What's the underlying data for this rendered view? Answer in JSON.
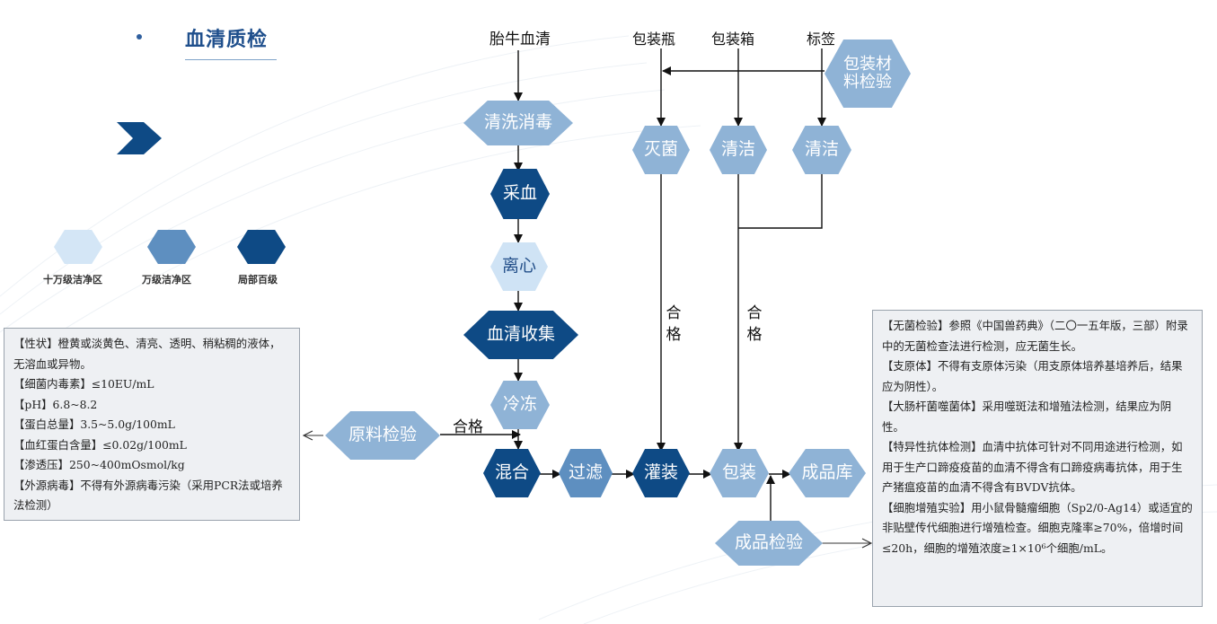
{
  "title": "血清质检",
  "legend": [
    {
      "label": "十万级洁净区",
      "color": "#d4e6f6"
    },
    {
      "label": "万级洁净区",
      "color": "#5e8fc0"
    },
    {
      "label": "局部百级",
      "color": "#0e4a85"
    }
  ],
  "inputs": {
    "serum": "胎牛血清",
    "bottle": "包装瓶",
    "box": "包装箱",
    "label": "标签"
  },
  "nodes": {
    "wash": "清洗消毒",
    "collect_blood": "采血",
    "centrifuge": "离心",
    "serum_collect": "血清收集",
    "freeze": "冷冻",
    "mix": "混合",
    "filter": "过滤",
    "fill": "灌装",
    "pack": "包装",
    "warehouse": "成品库",
    "raw_check": "原料检验",
    "product_check": "成品检验",
    "sterilize": "灭菌",
    "clean1": "清洁",
    "clean2": "清洁",
    "pack_material_check": "包装材料检验"
  },
  "edge_labels": {
    "pass_h": "合格",
    "pass_v1": "合格",
    "pass_v2": "合格"
  },
  "raw_spec": [
    "【性状】橙黄或淡黄色、清亮、透明、稍粘稠的液体，无溶血或异物。",
    "【细菌内毒素】≤10EU/mL",
    "【pH】6.8~8.2",
    "【蛋白总量】3.5~5.0g/100mL",
    "【血红蛋白含量】≤0.02g/100mL",
    "【渗透压】250~400mOsmol/kg",
    "【外源病毒】不得有外源病毒污染（采用PCR法或培养法检测）"
  ],
  "product_spec": [
    "【无菌检验】参照《中国兽药典》（二〇一五年版，三部）附录中的无菌检查法进行检测，应无菌生长。",
    "【支原体】不得有支原体污染（用支原体培养基培养后，结果应为阴性）。",
    "【大肠杆菌噬菌体】采用噬斑法和增殖法检测，结果应为阴性。",
    "【特异性抗体检测】血清中抗体可针对不同用途进行检测，如用于生产口蹄疫疫苗的血清不得含有口蹄疫病毒抗体，用于生产猪瘟疫苗的血清不得含有BVDV抗体。",
    "【细胞增殖实验】用小鼠骨髓瘤细胞（Sp2/0-Ag14）或适宜的非贴壁传代细胞进行增殖检查。细胞克隆率≥70%，倍增时间≤20h，细胞的增殖浓度≥1×10⁶个细胞/mL。"
  ]
}
